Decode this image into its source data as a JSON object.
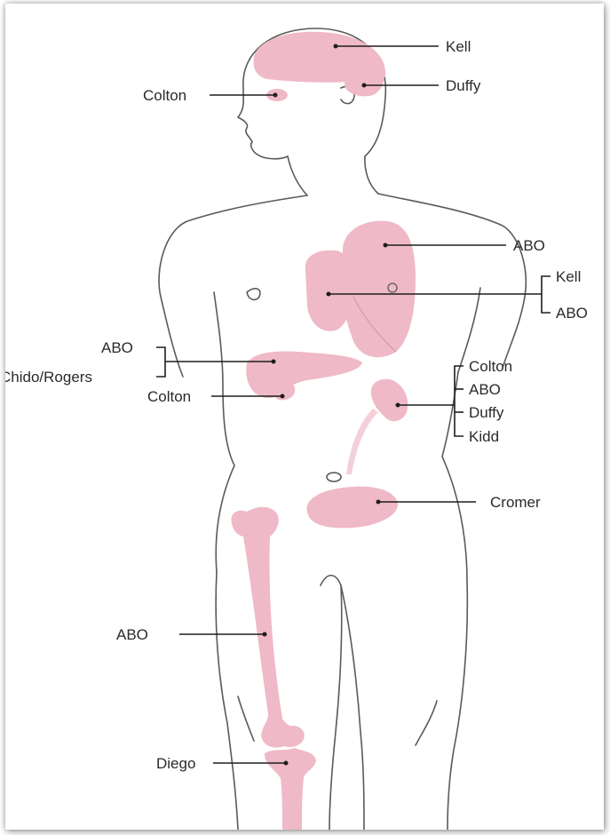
{
  "diagram": {
    "labels": {
      "brain": "Kell",
      "cerebellum": "Duffy",
      "eye": "Colton",
      "heart_upper": "ABO",
      "heart_bracket_top": "Kell",
      "heart_bracket_bottom": "ABO",
      "liver_bracket_top": "ABO",
      "liver_bracket_bottom": "Chido/Rogers",
      "gallbladder": "Colton",
      "kidney_1": "Colton",
      "kidney_2": "ABO",
      "kidney_3": "Duffy",
      "kidney_4": "Kidd",
      "bladder": "Cromer",
      "femur": "ABO",
      "tibia": "Diego"
    },
    "colors": {
      "organ_fill": "#efb9c7",
      "outline": "#5a5a5a",
      "leader": "#1e1e1e",
      "background": "#ffffff"
    }
  }
}
